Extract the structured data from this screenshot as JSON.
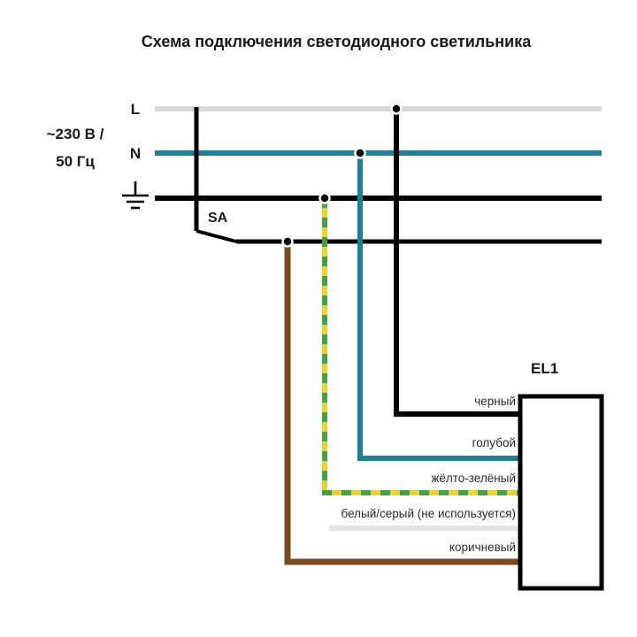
{
  "title": "Схема подключения светодиодного светильника",
  "supply": {
    "label_line1": "~230 В /",
    "label_line2": "50 Гц"
  },
  "buses": {
    "l_label": "L",
    "n_label": "N"
  },
  "switch": {
    "label": "SA"
  },
  "luminaire": {
    "label": "EL1"
  },
  "wires": {
    "black": {
      "label": "черный",
      "color": "#000000"
    },
    "blue": {
      "label": "голубой",
      "color": "#1e7f95"
    },
    "yellow_green": {
      "label": "жёлто-зелёный",
      "color_base": "#ecd229",
      "color_dash": "#44a244"
    },
    "white_gray": {
      "label": "белый/серый (не используется)",
      "color": "#e4e4e4"
    },
    "brown": {
      "label": "коричневый",
      "color": "#7a4b21"
    }
  },
  "colors": {
    "l_bus": "#d8d8d8",
    "n_bus": "#1e7f95",
    "pe_bus": "#000000",
    "outline": "#000000"
  }
}
